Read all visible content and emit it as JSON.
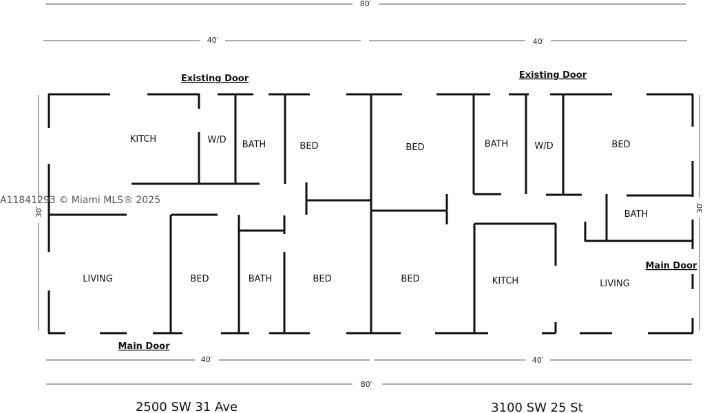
{
  "dimensions": {
    "top_total": "80′",
    "top_left": "40′",
    "top_right": "40′",
    "bottom_left": "40′",
    "bottom_right": "40′",
    "bottom_total": "80′",
    "left_depth": "30′",
    "right_depth": "30′"
  },
  "doors": {
    "left_existing": "Existing Door",
    "right_existing": "Existing Door",
    "left_main": "Main Door",
    "right_main": "Main Door"
  },
  "rooms": {
    "left_kitch": "KITCH",
    "left_wd": "W/D",
    "left_bath_top": "BATH",
    "left_bed_top": "BED",
    "center_bed_top": "BED",
    "right_bath_top": "BATH",
    "right_wd": "W/D",
    "right_bed_top": "BED",
    "right_bath_mid": "BATH",
    "left_living": "LIVING",
    "left_bed_bottom": "BED",
    "left_bath_bottom": "BATH",
    "left_bed_bottom2": "BED",
    "center_bed_bottom": "BED",
    "right_kitch": "KITCH",
    "right_living": "LIVING"
  },
  "addresses": {
    "left": "2500 SW 31 Ave",
    "right": "3100 SW 25 St"
  },
  "watermark": "A11841293 © Miami MLS® 2025"
}
